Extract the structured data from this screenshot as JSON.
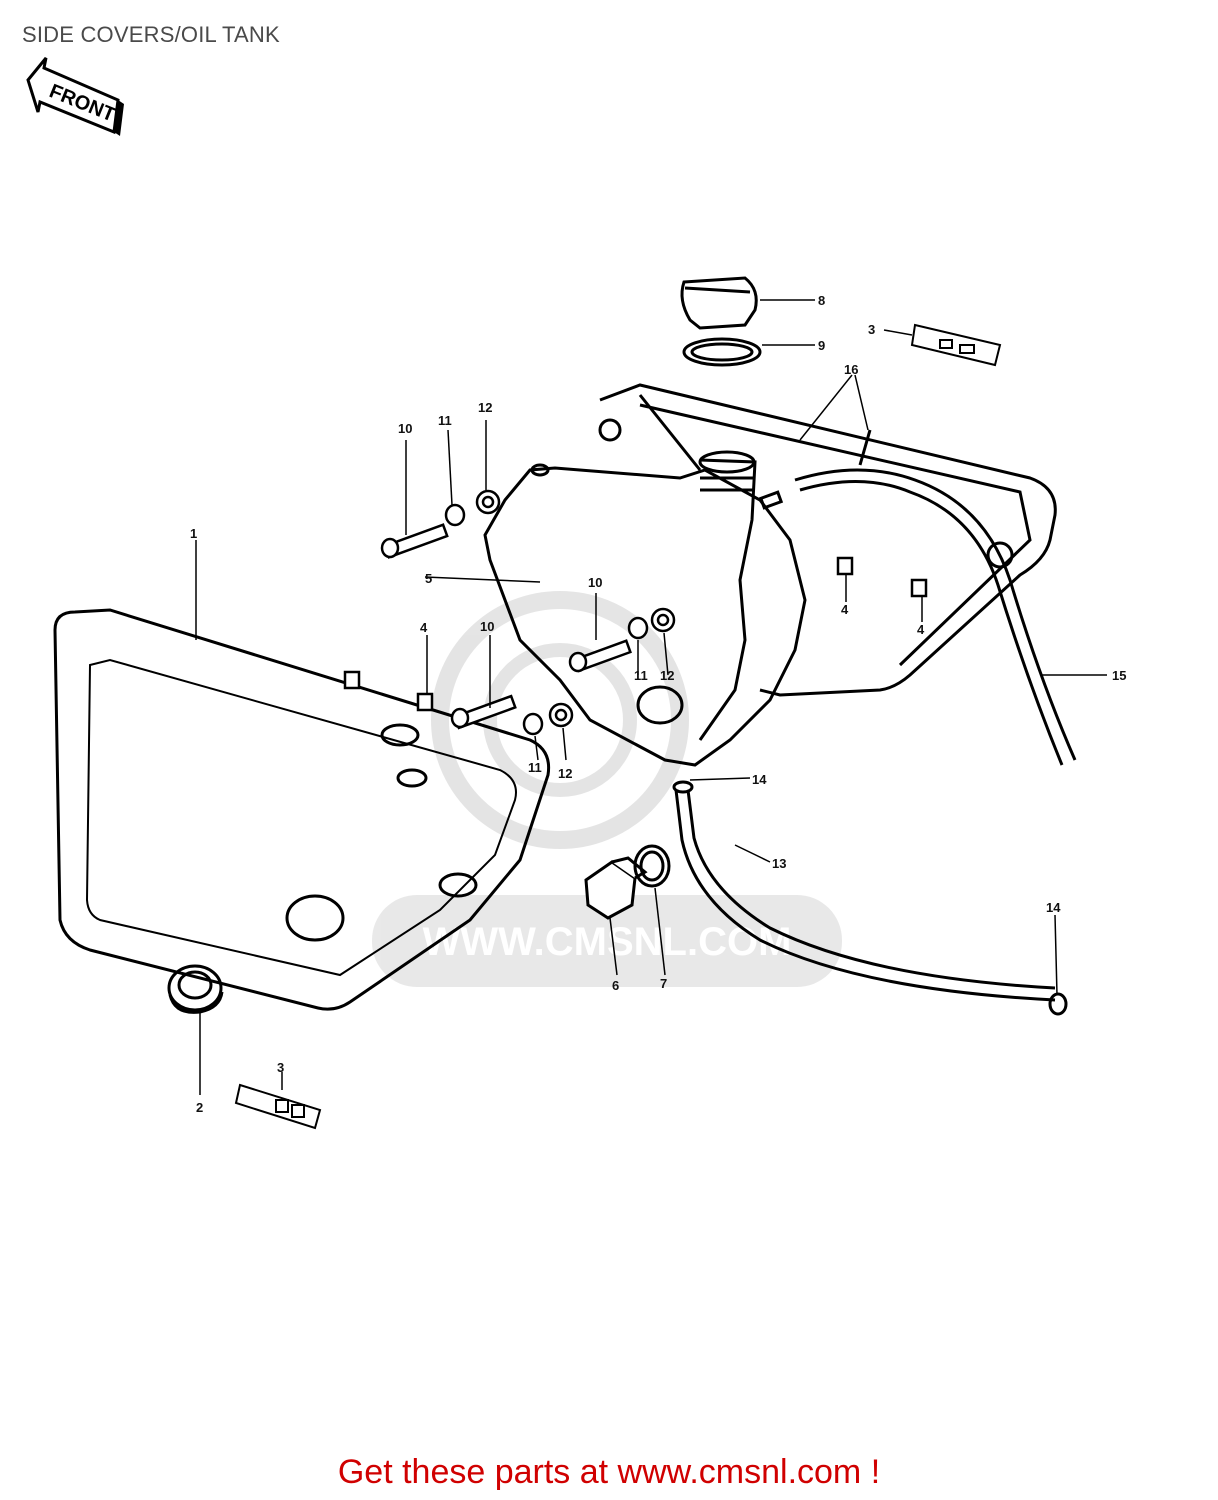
{
  "page": {
    "title": "SIDE COVERS/OIL TANK",
    "front_label": "FRONT",
    "watermark": "WWW.CMSNL.COM",
    "footer": "Get these parts at www.cmsnl.com !"
  },
  "diagram": {
    "callouts": [
      {
        "id": "c1",
        "label": "1"
      },
      {
        "id": "c2",
        "label": "2"
      },
      {
        "id": "c3a",
        "label": "3"
      },
      {
        "id": "c3b",
        "label": "3"
      },
      {
        "id": "c4a",
        "label": "4"
      },
      {
        "id": "c4b",
        "label": "4"
      },
      {
        "id": "c4c",
        "label": "4"
      },
      {
        "id": "c5",
        "label": "5"
      },
      {
        "id": "c6",
        "label": "6"
      },
      {
        "id": "c7",
        "label": "7"
      },
      {
        "id": "c8",
        "label": "8"
      },
      {
        "id": "c9",
        "label": "9"
      },
      {
        "id": "c10a",
        "label": "10"
      },
      {
        "id": "c10b",
        "label": "10"
      },
      {
        "id": "c10c",
        "label": "10"
      },
      {
        "id": "c11a",
        "label": "11"
      },
      {
        "id": "c11b",
        "label": "11"
      },
      {
        "id": "c11c",
        "label": "11"
      },
      {
        "id": "c12a",
        "label": "12"
      },
      {
        "id": "c12b",
        "label": "12"
      },
      {
        "id": "c12c",
        "label": "12"
      },
      {
        "id": "c13",
        "label": "13"
      },
      {
        "id": "c14a",
        "label": "14"
      },
      {
        "id": "c14b",
        "label": "14"
      },
      {
        "id": "c15",
        "label": "15"
      },
      {
        "id": "c16",
        "label": "16"
      }
    ]
  }
}
